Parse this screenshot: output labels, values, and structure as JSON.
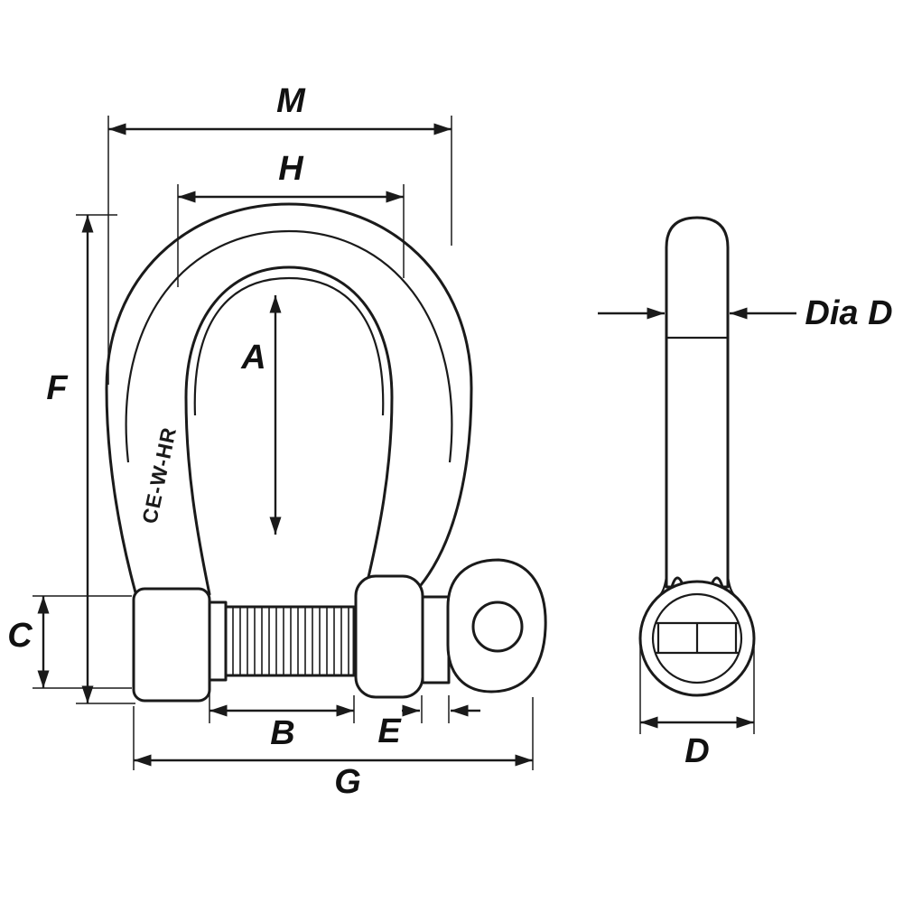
{
  "diagram_title": "bow shackle dimension drawing",
  "labels": {
    "m": "M",
    "h": "H",
    "a": "A",
    "f": "F",
    "c": "C",
    "b": "B",
    "e": "E",
    "g": "G",
    "d": "D",
    "dia_d": "Dia D",
    "engraving": "CE-W-HR"
  },
  "colors": {
    "line": "#1a1a1a",
    "background": "#ffffff",
    "label_text": "#111111"
  }
}
